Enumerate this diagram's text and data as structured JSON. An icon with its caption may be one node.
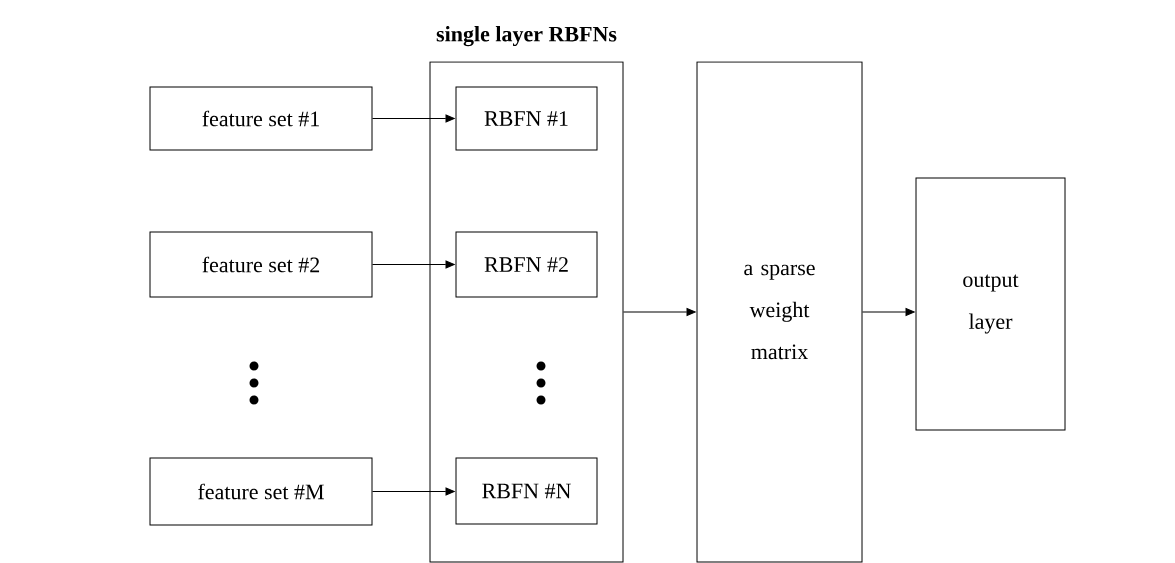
{
  "diagram": {
    "nodes": [
      {
        "text": [
          "single layer RBFNs"
        ]
      },
      {
        "text": [
          "feature set #1"
        ]
      },
      {
        "text": [
          "feature set #2"
        ]
      },
      {
        "text": [
          "feature set #M"
        ]
      },
      {
        "text": [
          "RBFN #1"
        ],
        "in": 0
      },
      {
        "text": [
          "RBFN #2"
        ],
        "in": 0
      },
      {
        "text": [
          "RBFN #N"
        ],
        "in": 0
      },
      {
        "text": [
          "a sparse weight matrix"
        ]
      },
      {
        "text": [
          "output layer"
        ]
      }
    ],
    "edges": [
      {
        "from": 1,
        "to": 4,
        "arrow": "to"
      },
      {
        "from": 2,
        "to": 5,
        "arrow": "to"
      },
      {
        "from": 3,
        "to": 6,
        "arrow": "to"
      },
      {
        "from": 0,
        "to": 7,
        "arrow": "to"
      },
      {
        "from": 7,
        "to": 8,
        "arrow": "to"
      }
    ]
  }
}
